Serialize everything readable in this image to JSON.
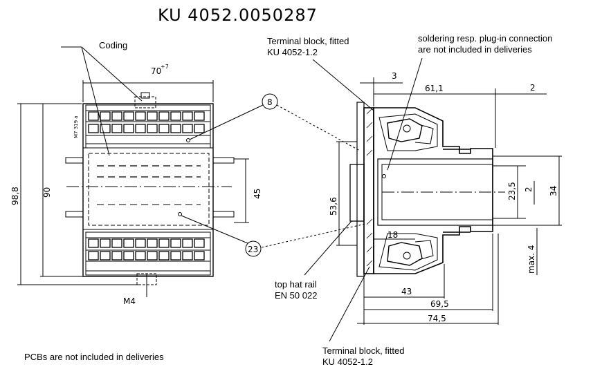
{
  "title": "KU 4052.0050287",
  "labels": {
    "coding": "Coding",
    "terminal_top_line1": "Terminal block, fitted",
    "terminal_top_line2": "KU 4052-1.2",
    "soldering_line1": "soldering resp. plug-in connection",
    "soldering_line2": "are not included in deliveries",
    "top_hat_line1": "top hat rail",
    "top_hat_line2": "EN 50 022",
    "terminal_bottom_line1": "Terminal block, fitted",
    "terminal_bottom_line2": "KU 4052-1.2",
    "pcb_note": "PCBs are not included in deliveries",
    "callout_8": "8",
    "callout_23": "23",
    "m4": "M4",
    "part_no": "M7 319 a"
  },
  "dimensions": {
    "d70": "70",
    "d70_tol": "+7",
    "d98_8": "98,8",
    "d90": "90",
    "d45": "45",
    "d3": "3",
    "d61_1": "61,1",
    "d2_top": "2",
    "d53_6": "53,6",
    "d23_5": "23,5",
    "d2_right": "2",
    "d34": "34",
    "d18": "18",
    "dmax4": "max. 4",
    "d43": "43",
    "d69_5": "69,5",
    "d74_5": "74,5"
  }
}
